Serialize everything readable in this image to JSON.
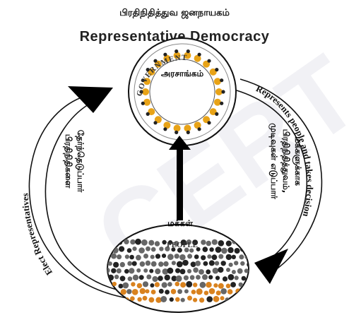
{
  "watermark": "CERT",
  "title_tamil": "பிரதிநிதித்துவ ஜனநாயகம்",
  "title_english": "Representative Democracy",
  "government": {
    "ring_label": "GOVERNMENT",
    "tamil_label": "அரசாங்கம்"
  },
  "people": {
    "label": "PEOPLE",
    "tamil_label": "மக்கள்"
  },
  "left_cycle": {
    "english": "Elect Representatives",
    "tamil_line1": "பிரதிநிதிகளை",
    "tamil_line2": "தேர்ந்தெடுப்பார்"
  },
  "right_cycle": {
    "english": "Represents people and takes decision",
    "tamil_line1": "மக்களுக்காக",
    "tamil_line2": "பிரதிநிதித்துவம்,",
    "tamil_line3": "முடிவுகள் எடுப்பார்"
  },
  "icons": {
    "left_arrow": "arrow-up-icon",
    "right_arrow": "arrow-down-icon",
    "center_arrow": "double-arrow-vertical-icon"
  },
  "colors": {
    "ring_accent": "#e8a317",
    "crowd_accent": "#d9821e",
    "ink": "#111111"
  }
}
